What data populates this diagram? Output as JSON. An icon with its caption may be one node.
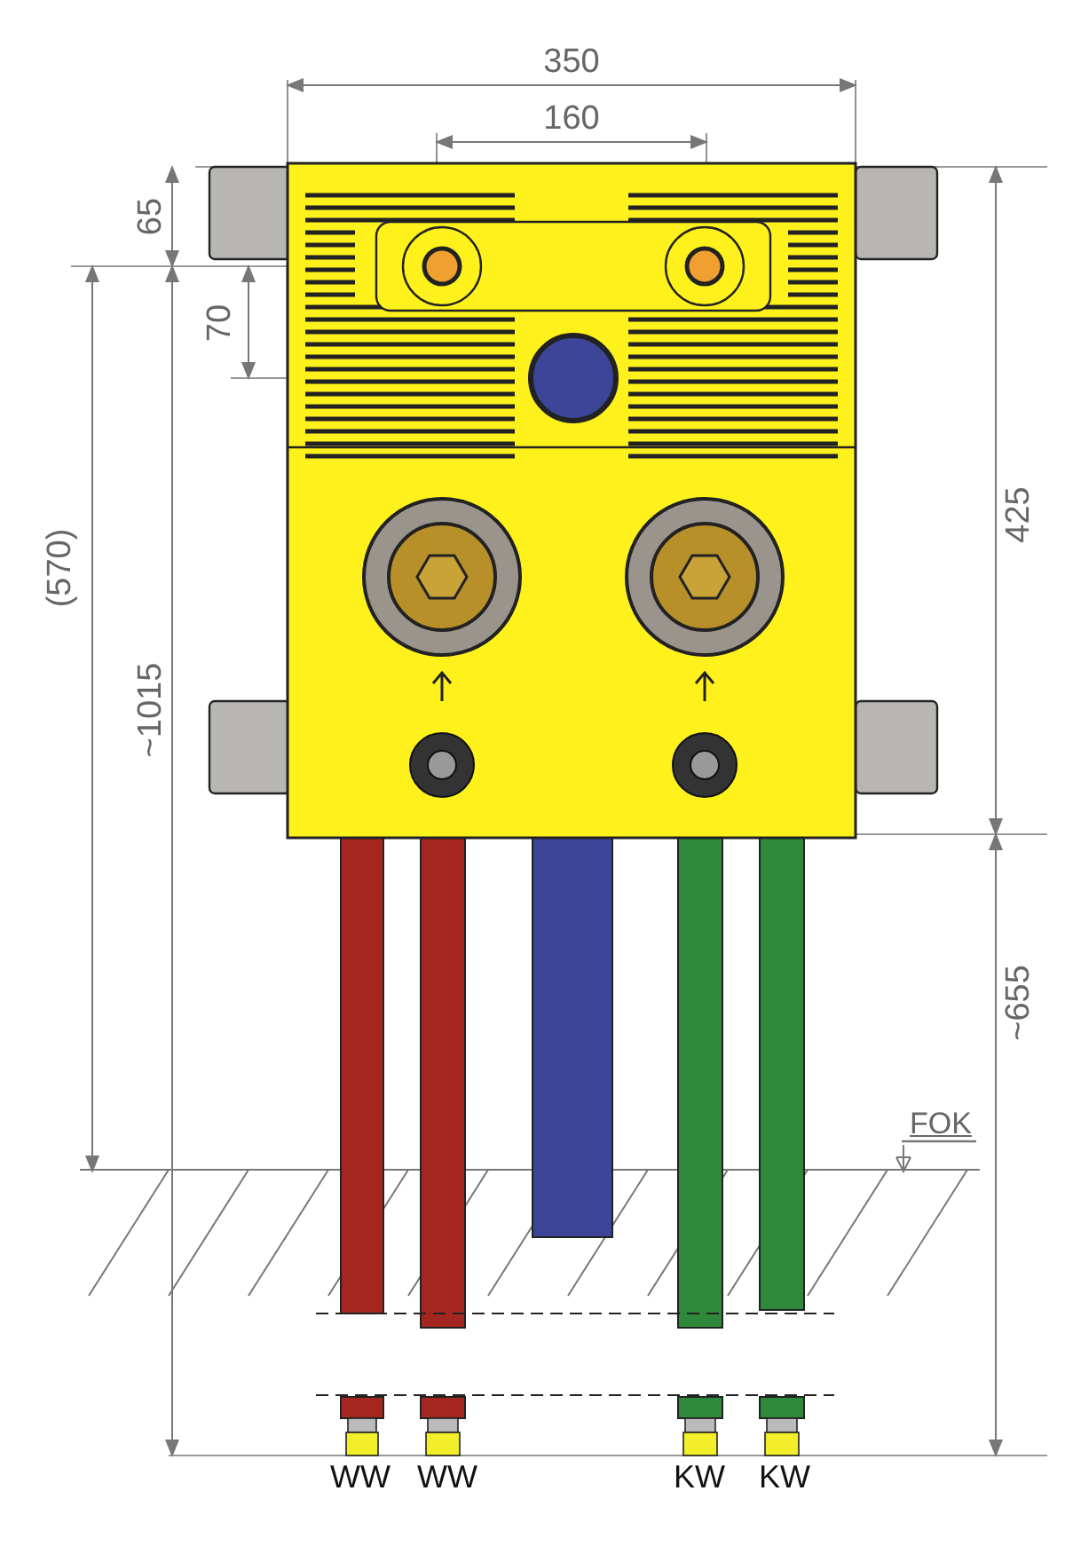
{
  "diagram": {
    "labels": [
      "350",
      "160",
      "65",
      "70",
      "(570)",
      "~1015",
      "425",
      "~655",
      "FOK",
      "WW",
      "WW",
      "KW",
      "KW"
    ]
  }
}
